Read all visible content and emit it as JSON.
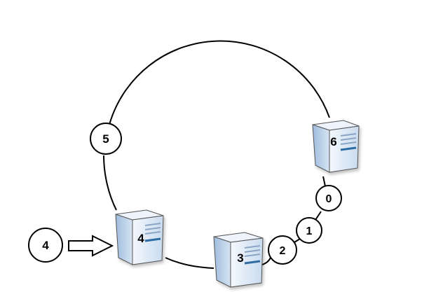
{
  "nodes": [
    {
      "id": "server-6",
      "label": "6",
      "kind": "server"
    },
    {
      "id": "server-4",
      "label": "4",
      "kind": "server"
    },
    {
      "id": "server-3",
      "label": "3",
      "kind": "server"
    },
    {
      "id": "key-5",
      "label": "5",
      "kind": "key"
    },
    {
      "id": "key-0",
      "label": "0",
      "kind": "key"
    },
    {
      "id": "key-1",
      "label": "1",
      "kind": "key"
    },
    {
      "id": "key-2",
      "label": "2",
      "kind": "key"
    },
    {
      "id": "incoming-key",
      "label": "4",
      "kind": "incoming"
    }
  ],
  "colors": {
    "line": "#000000",
    "server_front": "#dce8f6",
    "server_side": "#b7cde6",
    "server_top": "#eef4fb",
    "server_accent": "#2f6da3"
  }
}
